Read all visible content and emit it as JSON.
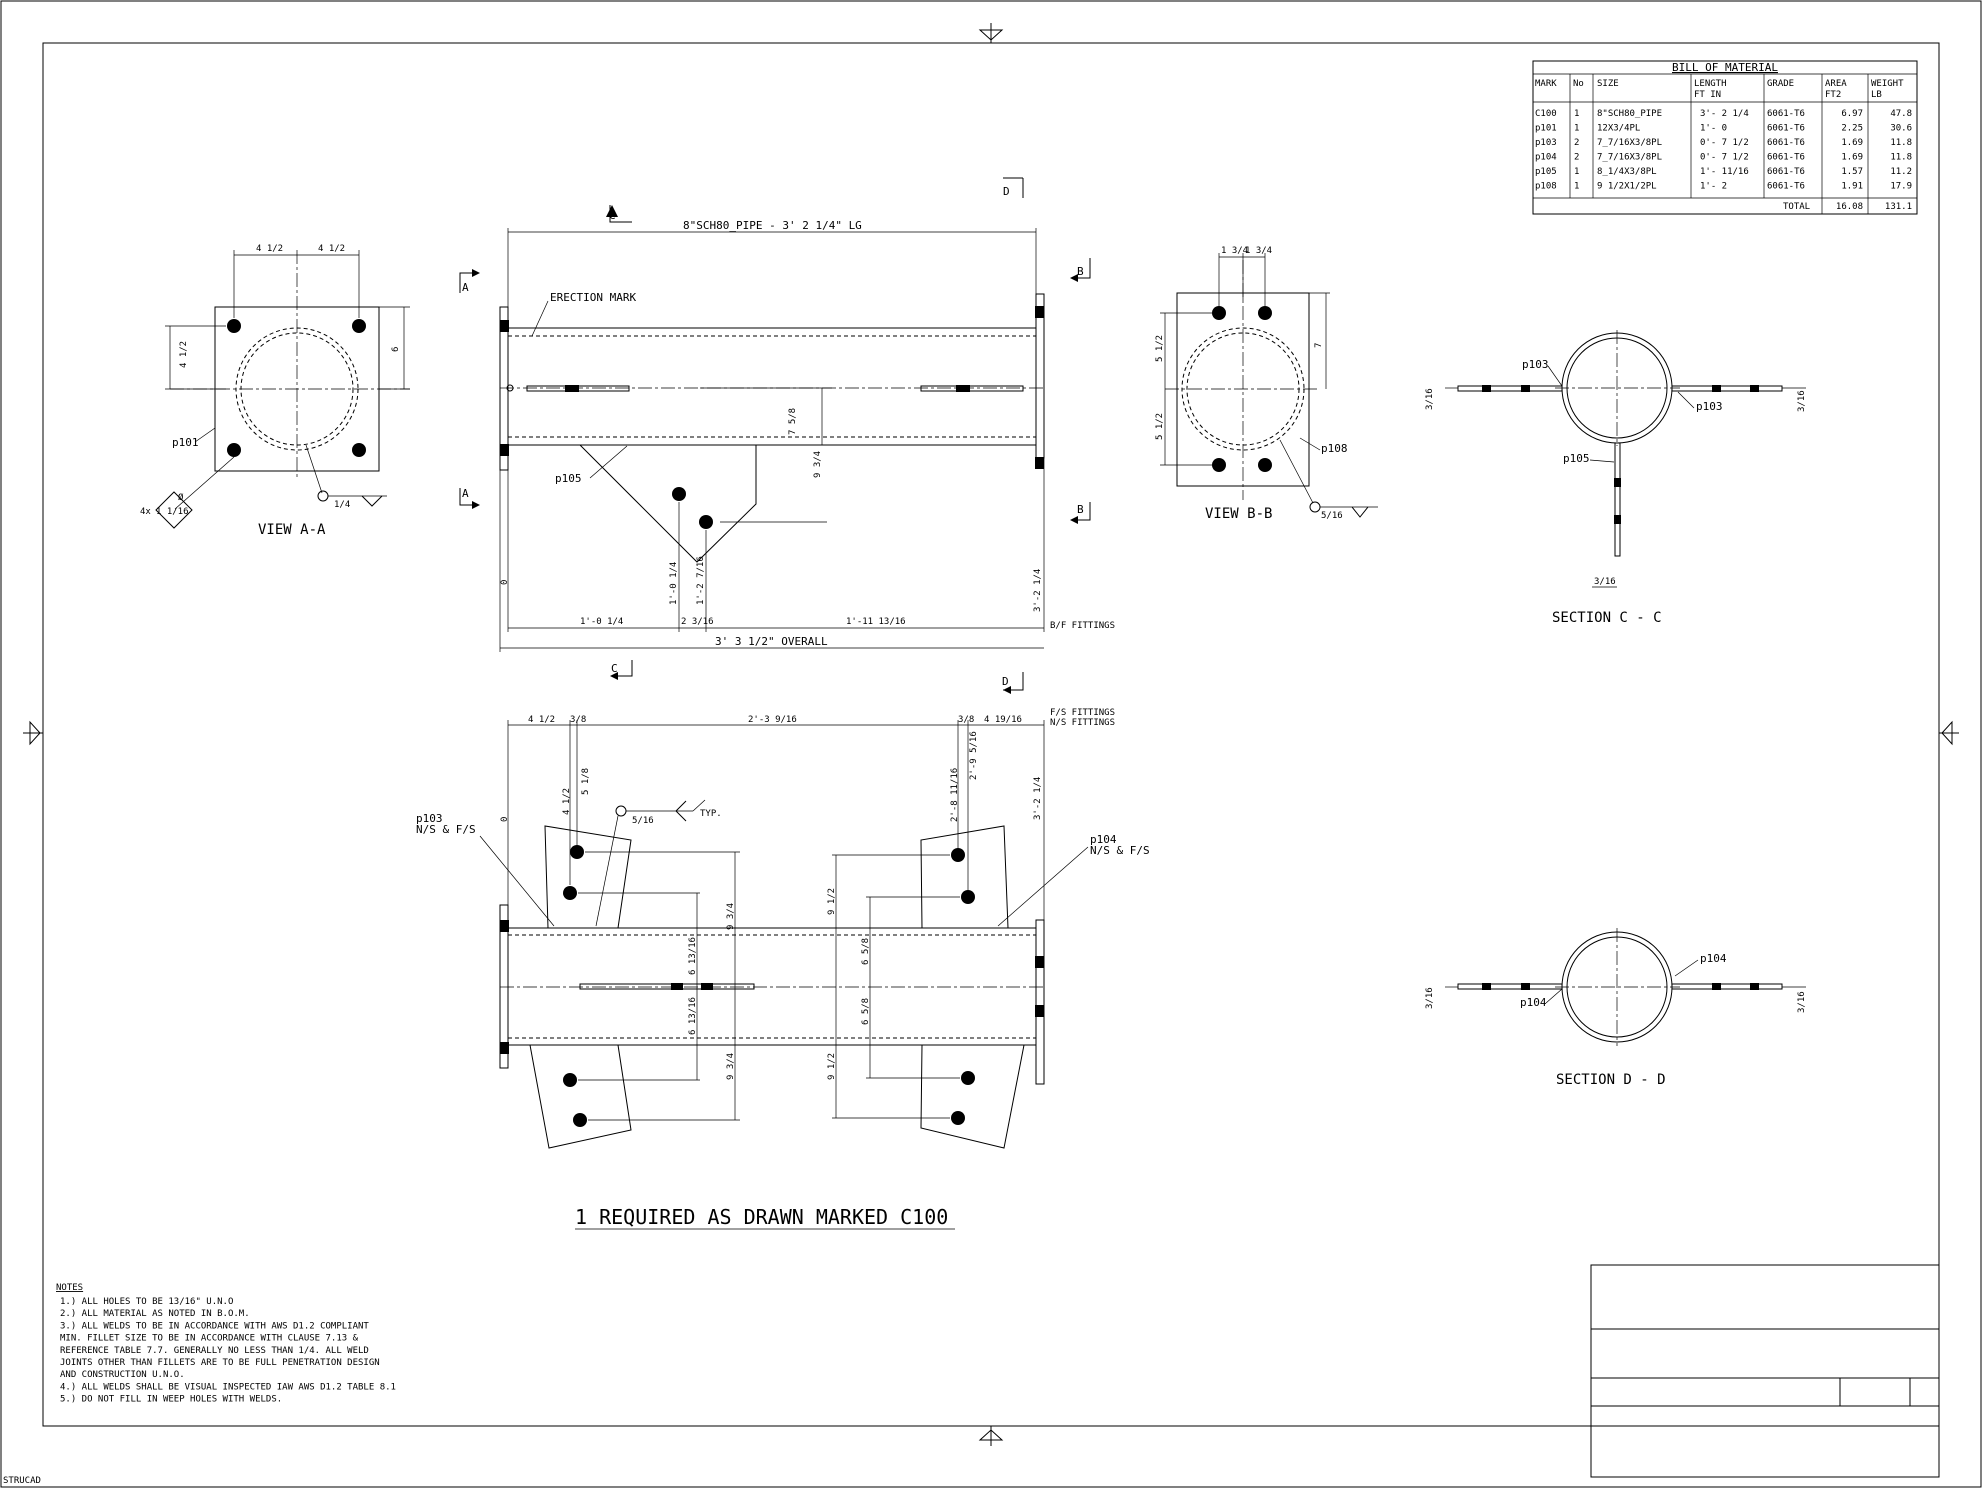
{
  "drawing": {
    "bom": {
      "title": "BILL OF MATERIAL",
      "headers": [
        "MARK",
        "No",
        "SIZE",
        "LENGTH\nFT IN",
        "GRADE",
        "AREA\nFT2",
        "WEIGHT\nLB"
      ],
      "header_lines": {
        "mark": "MARK",
        "no": "No",
        "size": "SIZE",
        "length1": "LENGTH",
        "length2": "FT  IN",
        "grade": "GRADE",
        "area1": "AREA",
        "area2": "FT2",
        "weight1": "WEIGHT",
        "weight2": "LB"
      },
      "rows": [
        {
          "mark": "C100",
          "no": "1",
          "size": "8\"SCH80_PIPE",
          "length": "3'- 2 1/4",
          "grade": "6061-T6",
          "area": "6.97",
          "weight": "47.8"
        },
        {
          "mark": "p101",
          "no": "1",
          "size": "12X3/4PL",
          "length": "1'- 0",
          "grade": "6061-T6",
          "area": "2.25",
          "weight": "30.6"
        },
        {
          "mark": "p103",
          "no": "2",
          "size": "7_7/16X3/8PL",
          "length": "0'- 7 1/2",
          "grade": "6061-T6",
          "area": "1.69",
          "weight": "11.8"
        },
        {
          "mark": "p104",
          "no": "2",
          "size": "7_7/16X3/8PL",
          "length": "0'- 7 1/2",
          "grade": "6061-T6",
          "area": "1.69",
          "weight": "11.8"
        },
        {
          "mark": "p105",
          "no": "1",
          "size": "8_1/4X3/8PL",
          "length": "1'-   11/16",
          "grade": "6061-T6",
          "area": "1.57",
          "weight": "11.2"
        },
        {
          "mark": "p108",
          "no": "1",
          "size": "9 1/2X1/2PL",
          "length": "1'- 2",
          "grade": "6061-T6",
          "area": "1.91",
          "weight": "17.9"
        }
      ],
      "total_label": "TOTAL",
      "total_area": "16.08",
      "total_weight": "131.1"
    },
    "views": {
      "view_aa": "VIEW A-A",
      "view_bb": "VIEW B-B",
      "section_cc": "SECTION C - C",
      "section_dd": "SECTION D - D"
    },
    "section_marks": {
      "a": "A",
      "b": "B",
      "c": "C",
      "d": "D"
    },
    "labels": {
      "pipe": "8\"SCH80_PIPE - 3' 2 1/4\" LG",
      "erection_mark": "ERECTION MARK",
      "overall": "3' 3 1/2\" OVERALL",
      "bf_fittings": "B/F FITTINGS",
      "fs_fittings": "F/S FITTINGS",
      "ns_fittings": "N/S FITTINGS",
      "p101": "p101",
      "p103": "p103",
      "p104": "p104",
      "p105": "p105",
      "p108": "p108",
      "ns_fs": "N/S & F/S",
      "typ": "TYP.",
      "hole_note": "4x",
      "hole_dia": "1 1/16",
      "dia_sym": "Ø",
      "required": "1 REQUIRED AS DRAWN MARKED C100",
      "strucad": "STRUCAD"
    },
    "dims": {
      "aa_w1": "4 1/2",
      "aa_w2": "4 1/2",
      "aa_h1": "4 1/2",
      "aa_h2": "6",
      "aa_weld": "1/4",
      "bb_w1": "1 3/4",
      "bb_w2": "1 3/4",
      "bb_h1": "5 1/2",
      "bb_h2": "5 1/2",
      "bb_h3": "7",
      "bb_weld": "5/16",
      "cc_w1": "3/16",
      "cc_w2": "3/16",
      "cc_w3": "3/16",
      "dd_w1": "3/16",
      "dd_w2": "3/16",
      "top_75": "7 5/8",
      "top_93": "9 3/4",
      "top_101": "1'-0 1/4",
      "top_127": "1'-2 7/16",
      "top_321": "3'-2 1/4",
      "top_b1": "1'-0 1/4",
      "top_b2": "2 3/16",
      "top_b3": "1'-11 13/16",
      "zero": "0",
      "bot_t1": "4 1/2",
      "bot_t2": "3/8",
      "bot_t3": "2'-3 9/16",
      "bot_t4": "3/8",
      "bot_t5": "4 19/16",
      "bot_51": "5 1/8",
      "bot_41": "4 1/2",
      "bot_28": "2'-8 11/16",
      "bot_29": "2'-9 5/16",
      "bot_321": "3'-2 1/4",
      "bot_93a": "9 3/4",
      "bot_91a": "9 1/2",
      "bot_613a": "6 13/16",
      "bot_65a": "6 5/8",
      "bot_613b": "6 13/16",
      "bot_65b": "6 5/8",
      "bot_93b": "9 3/4",
      "bot_91b": "9 1/2",
      "bot_weld": "5/16"
    },
    "notes": {
      "title": "NOTES",
      "lines": [
        "1.) ALL HOLES TO BE 13/16\" U.N.O",
        "2.) ALL MATERIAL AS NOTED IN B.O.M.",
        "3.) ALL WELDS TO BE IN ACCORDANCE WITH AWS D1.2 COMPLIANT",
        "    MIN. FILLET SIZE TO BE IN ACCORDANCE WITH CLAUSE 7.13 &",
        "    REFERENCE TABLE 7.7. GENERALLY NO LESS THAN 1/4. ALL WELD",
        "    JOINTS OTHER THAN FILLETS ARE TO BE FULL PENETRATION DESIGN",
        "    AND CONSTRUCTION U.N.O.",
        "4.) ALL WELDS SHALL BE VISUAL INSPECTED IAW AWS D1.2 TABLE 8.1",
        "5.) DO NOT FILL IN WEEP HOLES WITH WELDS."
      ]
    }
  }
}
